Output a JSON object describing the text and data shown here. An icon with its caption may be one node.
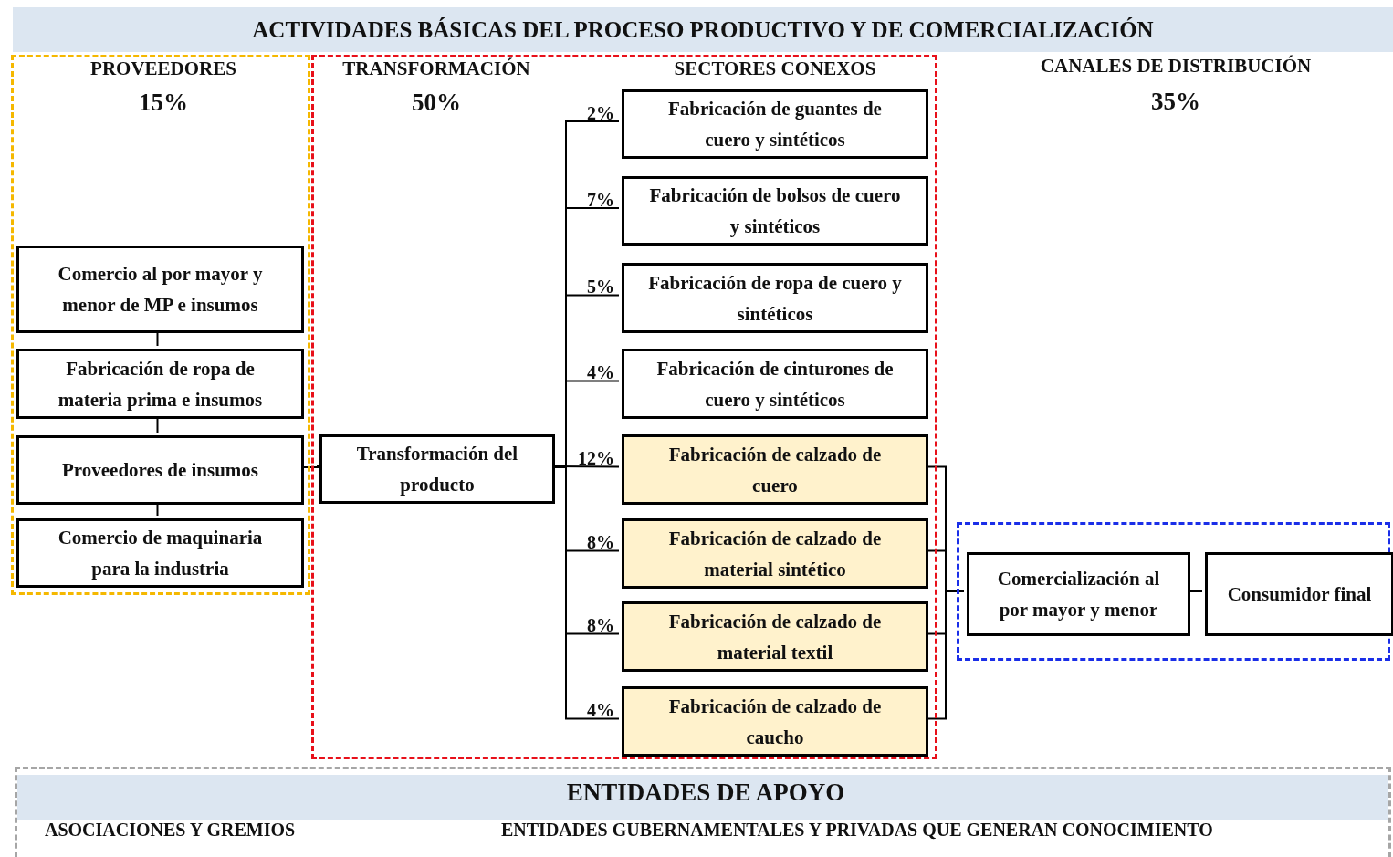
{
  "diagram": {
    "title": "ACTIVIDADES BÁSICAS DEL PROCESO PRODUCTIVO Y DE COMERCIALIZACIÓN",
    "nodes": [
      {
        "text": [
          "PROVEEDORES",
          "15%"
        ]
      },
      {
        "text": [
          "Comercio al por mayor y menor de MP e insumos"
        ],
        "in": 0
      },
      {
        "text": [
          "Fabricación de ropa de materia prima e insumos"
        ],
        "in": 0
      },
      {
        "text": [
          "Proveedores de insumos"
        ],
        "in": 0
      },
      {
        "text": [
          "Comercio de maquinaria para la industria"
        ],
        "in": 0
      },
      {
        "text": [
          "TRANSFORMACIÓN",
          "50%",
          "SECTORES CONEXOS"
        ]
      },
      {
        "text": [
          "Transformación del producto"
        ],
        "in": 5
      },
      {
        "text": [
          "Fabricación de guantes de cuero y sintéticos"
        ],
        "in": 5,
        "beside": [
          "2%"
        ]
      },
      {
        "text": [
          "Fabricación de bolsos de cuero y sintéticos"
        ],
        "in": 5,
        "beside": [
          "7%"
        ]
      },
      {
        "text": [
          "Fabricación de ropa de cuero y sintéticos"
        ],
        "in": 5,
        "beside": [
          "5%"
        ]
      },
      {
        "text": [
          "Fabricación de cinturones de cuero y sintéticos"
        ],
        "in": 5,
        "beside": [
          "4%"
        ]
      },
      {
        "text": [
          "Fabricación de calzado de cuero"
        ],
        "in": 5,
        "beside": [
          "12%"
        ]
      },
      {
        "text": [
          "Fabricación de calzado de material sintético"
        ],
        "in": 5,
        "beside": [
          "8%"
        ]
      },
      {
        "text": [
          "Fabricación de calzado de material textil"
        ],
        "in": 5,
        "beside": [
          "8%"
        ]
      },
      {
        "text": [
          "Fabricación de calzado de caucho"
        ],
        "in": 5,
        "beside": [
          "4%"
        ]
      },
      {
        "text": [],
        "shape": "box"
      },
      {
        "text": [
          "Comercialización al por mayor y menor"
        ],
        "in": 15
      },
      {
        "text": [
          "Consumidor final"
        ],
        "in": 15
      },
      {
        "text": [
          "ENTIDADES DE APOYO",
          "ASOCIACIONES Y GREMIOS",
          "ENTIDADES GUBERNAMENTALES Y PRIVADAS QUE GENERAN CONOCIMIENTO"
        ]
      }
    ],
    "edges": [
      {
        "from": 1,
        "to": 2,
        "arrow": "none"
      },
      {
        "from": 2,
        "to": 3,
        "arrow": "none"
      },
      {
        "from": 3,
        "to": 4,
        "arrow": "none"
      },
      {
        "from": 3,
        "to": 6,
        "arrow": "none"
      },
      {
        "from": 6,
        "to": 7,
        "arrow": "none"
      },
      {
        "from": 6,
        "to": 8,
        "arrow": "none"
      },
      {
        "from": 6,
        "to": 9,
        "arrow": "none"
      },
      {
        "from": 6,
        "to": 10,
        "arrow": "none"
      },
      {
        "from": 6,
        "to": 11,
        "arrow": "none"
      },
      {
        "from": 6,
        "to": 12,
        "arrow": "none"
      },
      {
        "from": 6,
        "to": 13,
        "arrow": "none"
      },
      {
        "from": 6,
        "to": 14,
        "arrow": "none"
      },
      {
        "from": 11,
        "to": 16,
        "arrow": "none"
      },
      {
        "from": 12,
        "to": 16,
        "arrow": "none"
      },
      {
        "from": 13,
        "to": 16,
        "arrow": "none"
      },
      {
        "from": 14,
        "to": 16,
        "arrow": "none"
      },
      {
        "from": 16,
        "to": 17,
        "arrow": "none"
      }
    ],
    "labels": [
      "CANALES DE DISTRIBUCIÓN",
      "35%"
    ]
  }
}
